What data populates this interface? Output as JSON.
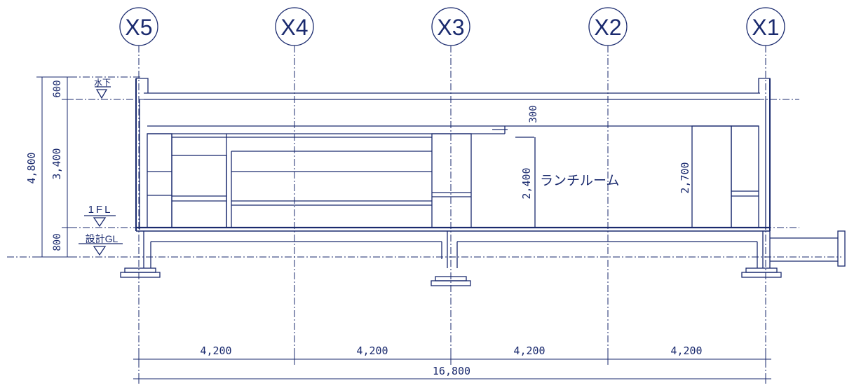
{
  "colors": {
    "ink": "#1a2a6e",
    "paper": "#ffffff"
  },
  "grid_labels": [
    "X5",
    "X4",
    "X3",
    "X2",
    "X1"
  ],
  "levels": {
    "water_level": "水下",
    "first_floor": "1FL",
    "design_gl": "設計GL"
  },
  "room_label": "ランチルーム",
  "vertical_dims": {
    "total": "4,800",
    "top": "600",
    "middle": "3,400",
    "bottom": "800",
    "beam": "300",
    "ceiling": "2,400",
    "window": "2,700"
  },
  "horizontal_dims": {
    "spans": [
      "4,200",
      "4,200",
      "4,200",
      "4,200"
    ],
    "total": "16,800"
  }
}
